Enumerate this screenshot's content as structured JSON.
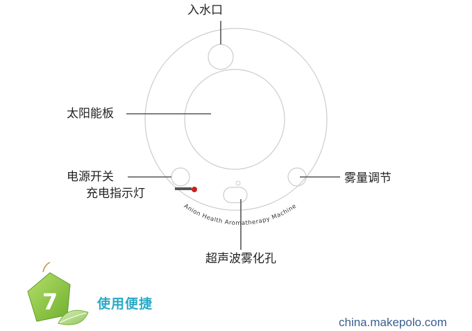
{
  "labels": {
    "water_inlet": "入水口",
    "solar_panel": "太阳能板",
    "power_switch": "电源开关",
    "charge_indicator": "充电指示灯",
    "mist_adjust": "雾量调节",
    "ultrasonic_hole": "超声波雾化孔"
  },
  "device_text": "Anion Health Aromatherapy Machine",
  "badge": {
    "number": "7",
    "text": "使用便捷"
  },
  "watermark": "china.makepolo.com",
  "colors": {
    "line": "#555555",
    "outline": "#cccccc",
    "indicator": "#cc1f1f",
    "badge_green": "#8cc63f",
    "badge_text": "#2aa9c5"
  }
}
